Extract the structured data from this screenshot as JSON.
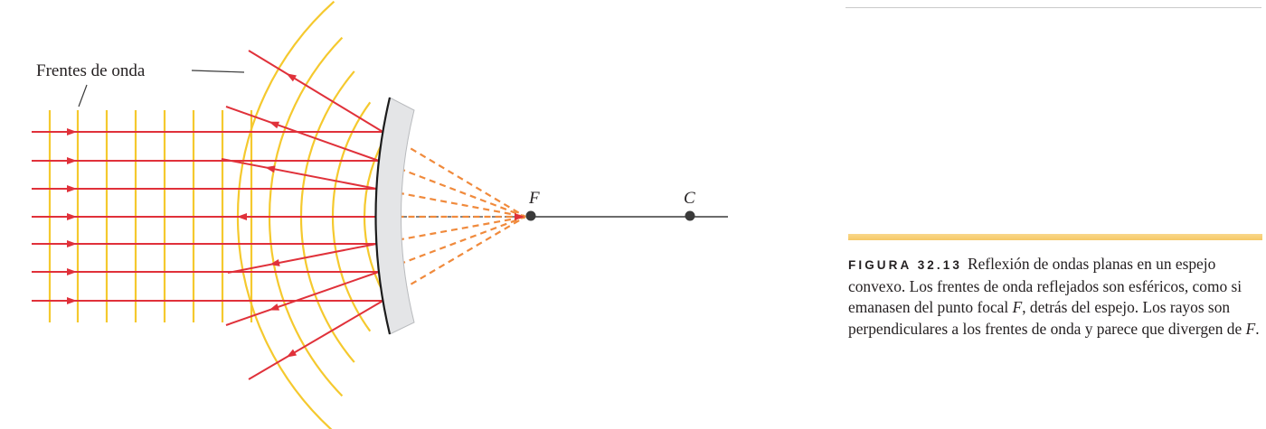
{
  "labels": {
    "wavefronts": "Frentes de onda",
    "focal_point": "F",
    "center": "C"
  },
  "caption": {
    "figure_label": "FIGURA 32.13",
    "text_parts": [
      "Reflexión de ondas planas en un espejo convexo. Los frentes de onda reflejados son esféricos, como si emanasen del punto focal ",
      "F",
      ", detrás del espejo. Los rayos son perpendiculares a los frentes de onda y parece que divergen de ",
      "F",
      "."
    ]
  },
  "colors": {
    "wavefront": "#f5c92e",
    "ray": "#e0313a",
    "dashed_ray": "#f08a3c",
    "mirror_fill": "#e4e5e7",
    "axis": "#3a3a3a"
  }
}
